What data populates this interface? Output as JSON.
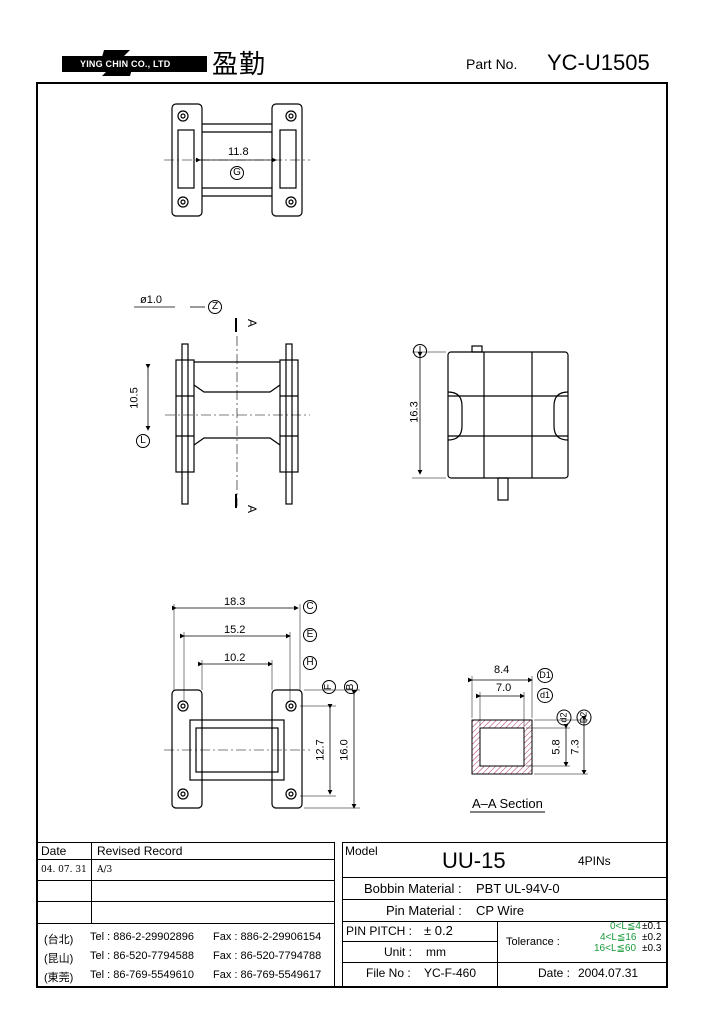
{
  "header": {
    "company_en": "YING CHIN CO., LTD",
    "company_cn": "盈勤",
    "part_no_label": "Part No.",
    "part_no_value": "YC-U1505"
  },
  "drawing": {
    "top_view": {
      "dim_width": "11.8",
      "label": "G"
    },
    "side_view": {
      "pin_dia": "ø1.0",
      "pin_label": "Z",
      "section_mark_top": "A",
      "section_mark_bottom": "A",
      "dim_height": "10.5",
      "height_label": "L"
    },
    "right_view": {
      "dim_height": "16.3",
      "height_label": "I"
    },
    "bottom_view": {
      "dim_c": "18.3",
      "label_c": "C",
      "dim_e": "15.2",
      "label_e": "E",
      "dim_h": "10.2",
      "label_h": "H",
      "label_f": "F",
      "label_b": "B",
      "dim_f": "12.7",
      "dim_b": "16.0"
    },
    "section": {
      "dim_d1_outer": "8.4",
      "label_d1_outer": "D1",
      "dim_d1_inner": "7.0",
      "label_d1_inner": "d1",
      "label_d2_inner": "d2",
      "label_d2_outer": "D2",
      "dim_d2_inner": "5.8",
      "dim_d2_outer": "7.3",
      "title": "A–A Section"
    }
  },
  "revision": {
    "col_date": "Date",
    "col_record": "Revised Record",
    "rows": [
      {
        "date": "04. 07. 31",
        "record": "A/3"
      },
      {
        "date": "",
        "record": ""
      },
      {
        "date": "",
        "record": ""
      }
    ]
  },
  "contacts": [
    {
      "city": "(台北)",
      "tel": "Tel : 886-2-29902896",
      "fax": "Fax : 886-2-29906154"
    },
    {
      "city": "(昆山)",
      "tel": "Tel : 86-520-7794588",
      "fax": "Fax : 86-520-7794788"
    },
    {
      "city": "(東莞)",
      "tel": "Tel : 86-769-5549610",
      "fax": "Fax : 86-769-5549617"
    }
  ],
  "spec": {
    "model_label": "Model",
    "model_value": "UU-15",
    "pins": "4PINs",
    "bobbin_material_label": "Bobbin  Material :",
    "bobbin_material_value": "PBT UL-94V-0",
    "pin_material_label": "Pin  Material :",
    "pin_material_value": "CP Wire",
    "pin_pitch_label": "PIN  PITCH :",
    "pin_pitch_value": "± 0.2",
    "unit_label": "Unit :",
    "unit_value": "mm",
    "file_no_label": "File  No :",
    "file_no_value": "YC-F-460",
    "tolerance_label": "Tolerance :",
    "tolerance": [
      {
        "range": "0<L≦4",
        "value": "±0.1"
      },
      {
        "range": "4<L≦16",
        "value": "±0.2"
      },
      {
        "range": "16<L≦60",
        "value": "±0.3"
      }
    ],
    "date_label": "Date :",
    "date_value": "2004.07.31"
  }
}
